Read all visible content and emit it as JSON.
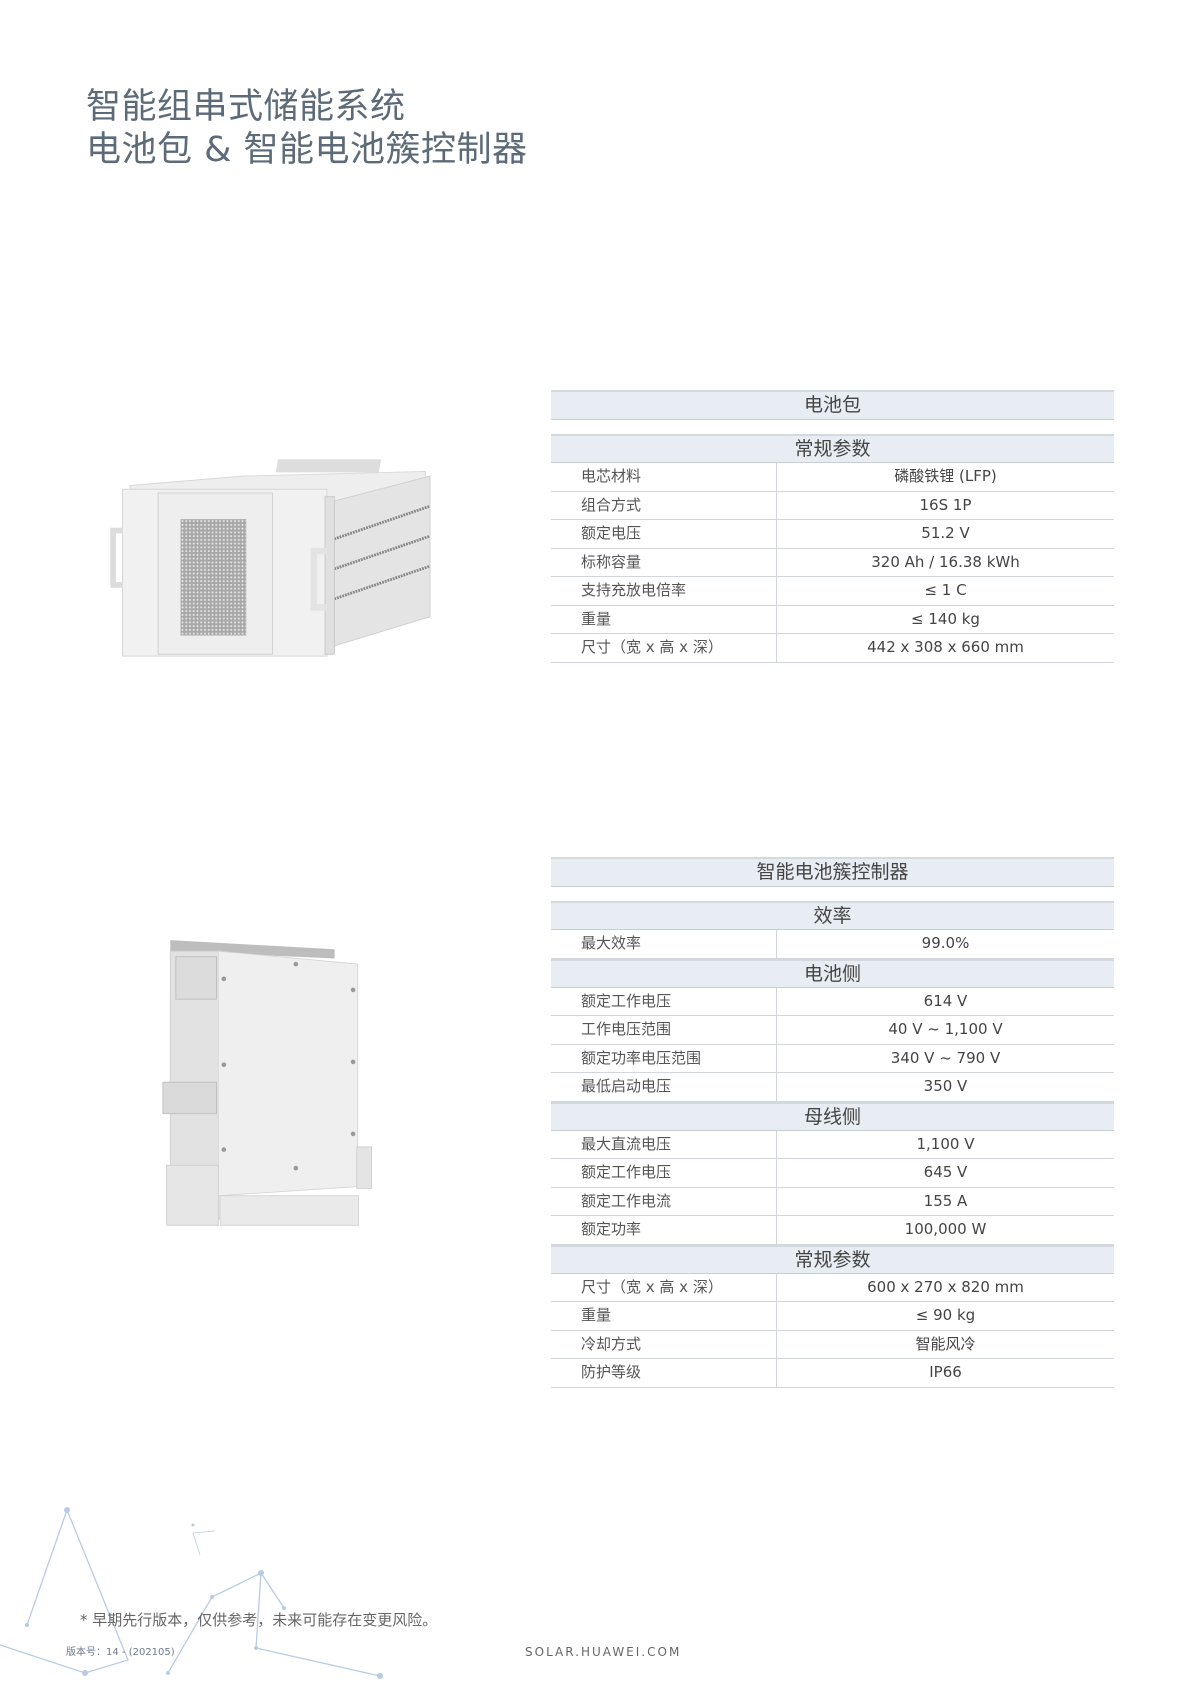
{
  "page": {
    "title_line1": "智能组串式储能系统",
    "title_line2": "电池包 & 智能电池簇控制器"
  },
  "battery_pack": {
    "image_label": "battery-pack-product-image",
    "table_title": "电池包",
    "groups": [
      {
        "title": "常规参数",
        "rows": [
          {
            "label": "电芯材料",
            "value": "磷酸铁锂 (LFP)"
          },
          {
            "label": "组合方式",
            "value": "16S 1P"
          },
          {
            "label": "额定电压",
            "value": "51.2 V"
          },
          {
            "label": "标称容量",
            "value": "320 Ah / 16.38 kWh"
          },
          {
            "label": "支持充放电倍率",
            "value": "≤ 1 C"
          },
          {
            "label": "重量",
            "value": "≤ 140 kg"
          },
          {
            "label": "尺寸（宽 x 高 x 深）",
            "value": "442 x 308 x 660 mm"
          }
        ]
      }
    ]
  },
  "controller": {
    "image_label": "smart-rack-controller-product-image",
    "table_title": "智能电池簇控制器",
    "groups": [
      {
        "title": "效率",
        "rows": [
          {
            "label": "最大效率",
            "value": "99.0%"
          }
        ]
      },
      {
        "title": "电池侧",
        "rows": [
          {
            "label": "额定工作电压",
            "value": "614 V"
          },
          {
            "label": "工作电压范围",
            "value": "40 V ~ 1,100 V"
          },
          {
            "label": "额定功率电压范围",
            "value": "340 V ~ 790 V"
          },
          {
            "label": "最低启动电压",
            "value": "350 V"
          }
        ]
      },
      {
        "title": "母线侧",
        "rows": [
          {
            "label": "最大直流电压",
            "value": "1,100 V"
          },
          {
            "label": "额定工作电压",
            "value": "645 V"
          },
          {
            "label": "额定工作电流",
            "value": "155 A"
          },
          {
            "label": "额定功率",
            "value": "100,000 W"
          }
        ]
      },
      {
        "title": "常规参数",
        "rows": [
          {
            "label": "尺寸（宽 x 高 x 深）",
            "value": "600 x 270 x 820 mm"
          },
          {
            "label": "重量",
            "value": "≤ 90 kg"
          },
          {
            "label": "冷却方式",
            "value": "智能风冷"
          },
          {
            "label": "防护等级",
            "value": "IP66"
          }
        ]
      }
    ]
  },
  "footer": {
    "note": "* 早期先行版本，仅供参考，未来可能存在变更风险。",
    "version": "版本号：14 - (202105)",
    "website": "SOLAR.HUAWEI.COM"
  },
  "colors": {
    "title": "#5d6b78",
    "header_bg": "#e8edf3",
    "border": "#d2d6da",
    "constellation": "#b8cbe6"
  }
}
